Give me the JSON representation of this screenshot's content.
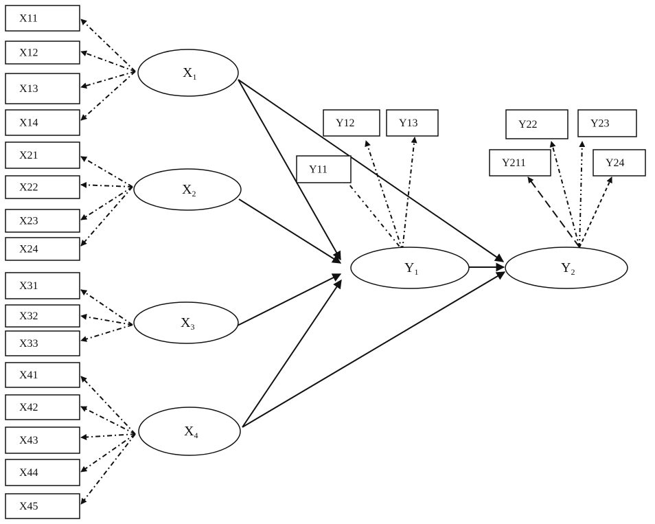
{
  "diagram": {
    "type": "structural-equation-model",
    "colors": {
      "stroke": "#111111",
      "background": "#ffffff"
    },
    "latents": [
      {
        "id": "X1",
        "base": "X",
        "sub": "1"
      },
      {
        "id": "X2",
        "base": "X",
        "sub": "2"
      },
      {
        "id": "X3",
        "base": "X",
        "sub": "3"
      },
      {
        "id": "X4",
        "base": "X",
        "sub": "4"
      },
      {
        "id": "Y1",
        "base": "Y",
        "sub": "1"
      },
      {
        "id": "Y2",
        "base": "Y",
        "sub": "2"
      }
    ],
    "indicators": [
      {
        "id": "X11",
        "label": "X11",
        "latent": "X1"
      },
      {
        "id": "X12",
        "label": "X12",
        "latent": "X1"
      },
      {
        "id": "X13",
        "label": "X13",
        "latent": "X1"
      },
      {
        "id": "X14",
        "label": "X14",
        "latent": "X1"
      },
      {
        "id": "X21",
        "label": "X21",
        "latent": "X2"
      },
      {
        "id": "X22",
        "label": "X22",
        "latent": "X2"
      },
      {
        "id": "X23",
        "label": "X23",
        "latent": "X2"
      },
      {
        "id": "X24",
        "label": "X24",
        "latent": "X2"
      },
      {
        "id": "X31",
        "label": "X31",
        "latent": "X3"
      },
      {
        "id": "X32",
        "label": "X32",
        "latent": "X3"
      },
      {
        "id": "X33",
        "label": "X33",
        "latent": "X3"
      },
      {
        "id": "X41",
        "label": "X41",
        "latent": "X4"
      },
      {
        "id": "X42",
        "label": "X42",
        "latent": "X4"
      },
      {
        "id": "X43",
        "label": "X43",
        "latent": "X4"
      },
      {
        "id": "X44",
        "label": "X44",
        "latent": "X4"
      },
      {
        "id": "X45",
        "label": "X45",
        "latent": "X4"
      },
      {
        "id": "Y11",
        "label": "Y11",
        "latent": "Y1"
      },
      {
        "id": "Y12",
        "label": "Y12",
        "latent": "Y1"
      },
      {
        "id": "Y13",
        "label": "Y13",
        "latent": "Y1"
      },
      {
        "id": "Y211",
        "label": "Y211",
        "latent": "Y2"
      },
      {
        "id": "Y22",
        "label": "Y22",
        "latent": "Y2"
      },
      {
        "id": "Y23",
        "label": "Y23",
        "latent": "Y2"
      },
      {
        "id": "Y24",
        "label": "Y24",
        "latent": "Y2"
      }
    ],
    "structural_paths": [
      {
        "from": "X1",
        "to": "Y1"
      },
      {
        "from": "X1",
        "to": "Y2"
      },
      {
        "from": "X2",
        "to": "Y1"
      },
      {
        "from": "X3",
        "to": "Y1"
      },
      {
        "from": "X4",
        "to": "Y1"
      },
      {
        "from": "X4",
        "to": "Y2"
      },
      {
        "from": "Y1",
        "to": "Y2"
      }
    ]
  }
}
